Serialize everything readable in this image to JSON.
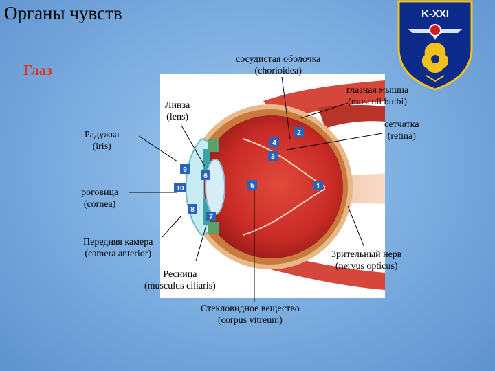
{
  "slide": {
    "title": "Органы чувств",
    "subtitle": "Глаз"
  },
  "badge": {
    "text": "K-XXI"
  },
  "labels": {
    "choroidea": [
      "сосудистая оболочка",
      "(chorioidea)"
    ],
    "lens": [
      "Линза",
      "(lens)"
    ],
    "muscle": [
      "глазная мышца",
      "(musculi bulbi)"
    ],
    "iris": [
      "Радужка",
      "(iris)"
    ],
    "retina": [
      "сетчатка",
      "(retina)"
    ],
    "cornea": [
      "роговица",
      "(cornea)"
    ],
    "anterior": [
      "Передняя камера",
      "(camera anterior)"
    ],
    "optic": [
      "Зрительный нерв",
      "(nervus opticus)"
    ],
    "ciliary": [
      "Ресница",
      "(musculus ciliaris)"
    ],
    "vitreous": [
      "Стекловидное вещество",
      "(corpus vitreum)"
    ]
  },
  "markers": [
    "1",
    "2",
    "3",
    "4",
    "5",
    "6",
    "7",
    "8",
    "9",
    "10"
  ],
  "colors": {
    "title_text": "#000000",
    "subtitle_text": "#e0301e",
    "background": "#7fb0e2",
    "badge_fill": "#0b2a8a",
    "badge_accent": "#f2c21b",
    "marker_fill": "#2a63b8"
  }
}
